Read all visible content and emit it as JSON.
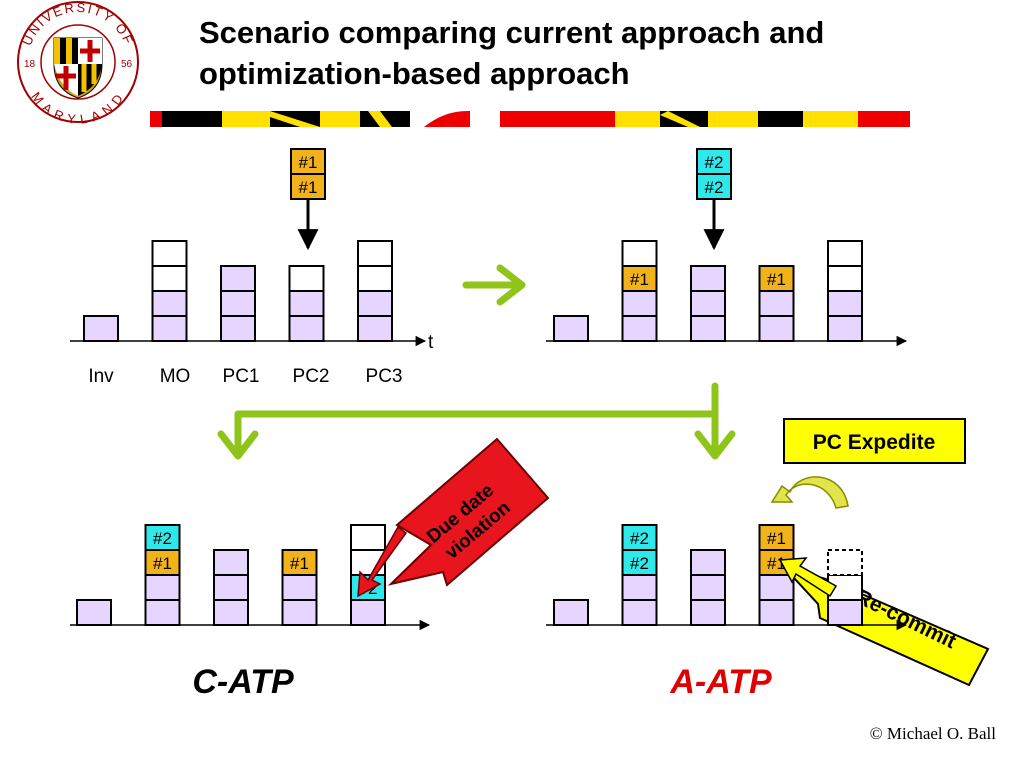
{
  "title": {
    "line1": "Scenario comparing current approach and",
    "line2": "optimization-based approach"
  },
  "logo": {
    "top_text": "UNIVERSITY OF",
    "bottom_text": "MARYLAND",
    "year_left": "18",
    "year_right": "56"
  },
  "axis_labels": [
    "Inv",
    "MO",
    "PC1",
    "PC2",
    "PC3"
  ],
  "time_label": "t",
  "order_labels": {
    "order1": "#1",
    "order2": "#2"
  },
  "callouts": {
    "due_date_line1": "Due date",
    "due_date_line2": "violation",
    "pc_expedite": "PC Expedite",
    "recommit": "Re-commit"
  },
  "panel_titles": {
    "c_atp": "C-ATP",
    "a_atp": "A-ATP"
  },
  "credit": "© Michael O. Ball",
  "colors": {
    "capacity": "#e6d5ff",
    "order1": "#f2b21c",
    "order2": "#2ee8ea",
    "flow_arrow": "#8fc41a",
    "due_date_callout": "#e8141e",
    "pc_expedite_callout": "#ffff00",
    "a_atp_title": "#e00000",
    "banner_red": "#ee0000",
    "banner_yellow": "#ffe000"
  }
}
